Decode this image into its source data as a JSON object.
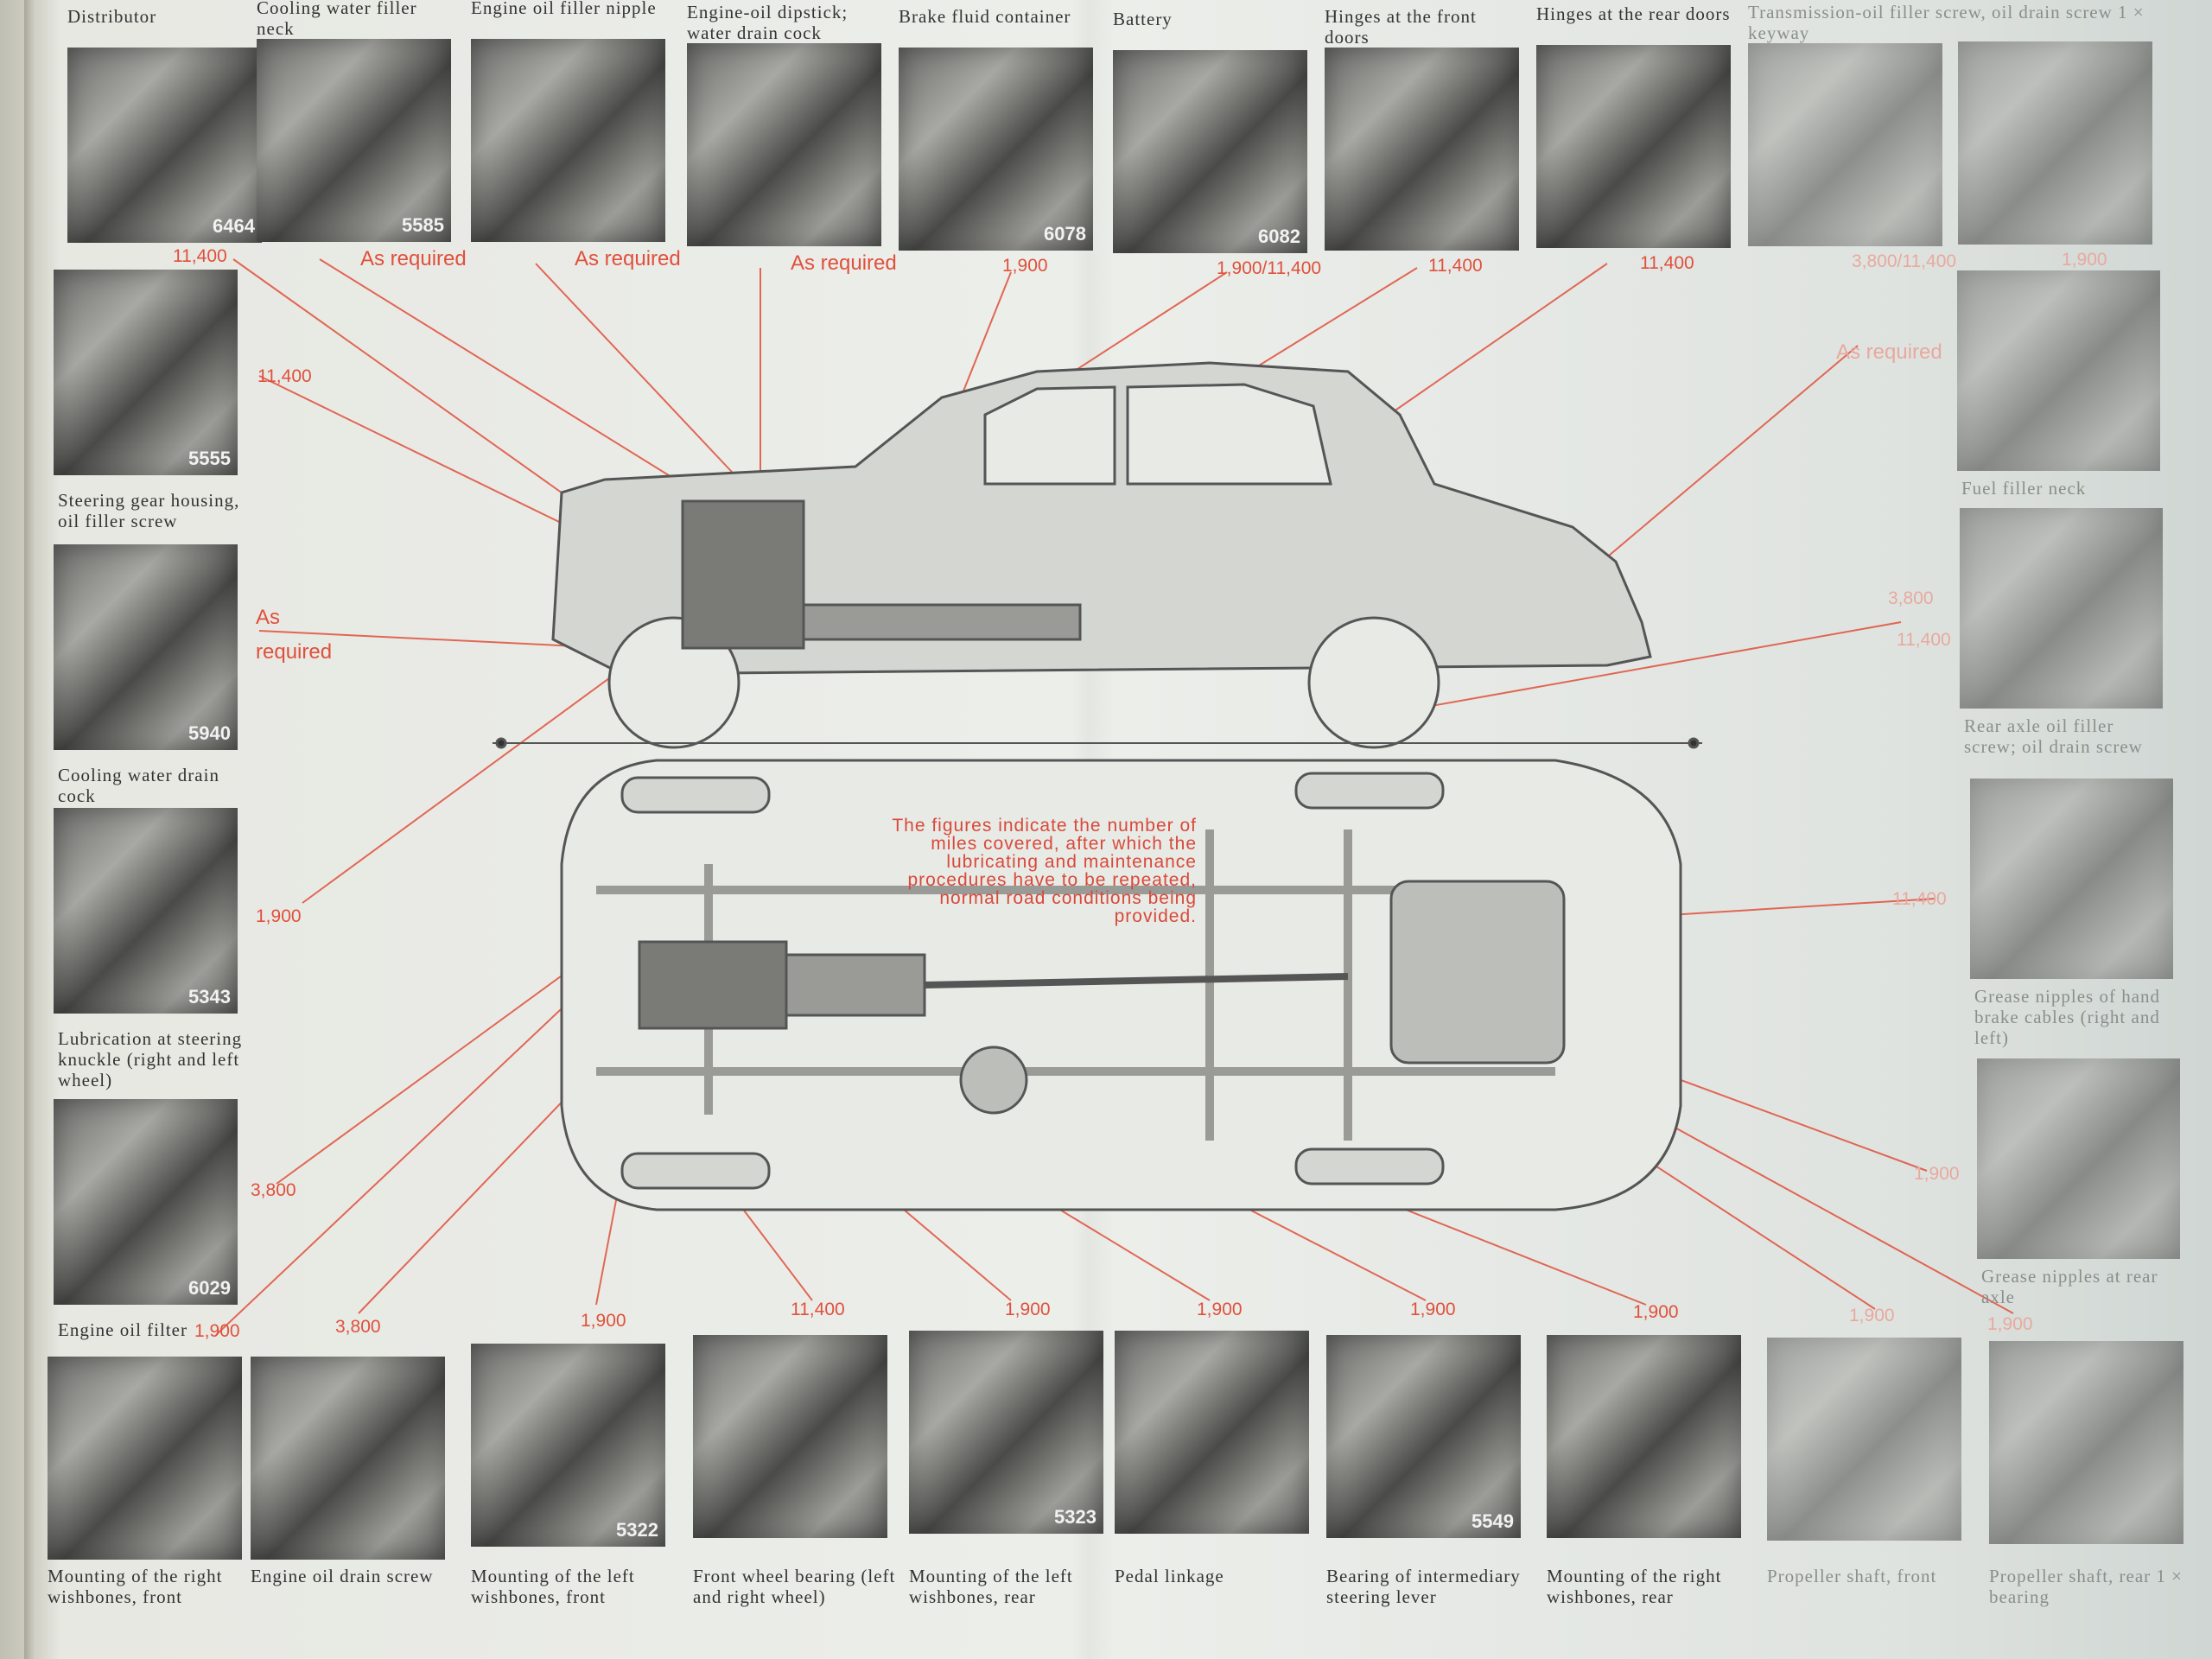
{
  "colors": {
    "accent_red": "#e0503c",
    "line_gray": "#555555",
    "paper": "#eceeea"
  },
  "note": "The figures indicate the number of miles covered, after which the lubricating and maintenance procedures have to be repeated, normal road conditions being provided.",
  "top": [
    {
      "caption": "Distributor",
      "value": "11,400",
      "number": "6464"
    },
    {
      "caption": "Cooling water filler neck",
      "value": "As required",
      "number": "5585"
    },
    {
      "caption": "Engine oil filler nipple",
      "value": "As required",
      "number": ""
    },
    {
      "caption": "Engine-oil dipstick; water drain cock",
      "value": "As required",
      "number": ""
    },
    {
      "caption": "Brake fluid container",
      "value": "1,900",
      "number": "6078"
    },
    {
      "caption": "Battery",
      "value": "1,900/11,400",
      "number": "6082"
    },
    {
      "caption": "Hinges at the front doors",
      "value": "11,400",
      "number": ""
    },
    {
      "caption": "Hinges at the rear doors",
      "value": "11,400",
      "number": ""
    },
    {
      "caption": "Transmission-oil filler screw, oil drain screw 1 × keyway",
      "value": "3,800/11,400",
      "number": ""
    },
    {
      "caption": "",
      "value": "1,900",
      "number": ""
    }
  ],
  "left": [
    {
      "caption": "Steering gear housing, oil filler screw",
      "value": "11,400",
      "number": "5555"
    },
    {
      "caption": "Cooling water drain cock",
      "value": "As required",
      "number": "5940"
    },
    {
      "caption": "Lubrication at steering knuckle (right and left wheel)",
      "value": "1,900",
      "number": "5343"
    },
    {
      "caption": "Engine oil filter",
      "value": "3,800",
      "number": "6029"
    }
  ],
  "right": [
    {
      "caption": "Fuel filler neck",
      "value": "As required",
      "number": ""
    },
    {
      "caption": "Rear axle oil filler screw; oil drain screw",
      "value": "3,800",
      "value2": "11,400",
      "number": ""
    },
    {
      "caption": "Grease nipples of hand brake cables (right and left)",
      "value": "11,400",
      "number": ""
    },
    {
      "caption": "Grease nipples at rear axle",
      "value": "1,900",
      "number": ""
    }
  ],
  "bottom": [
    {
      "caption": "Mounting of the right wishbones, front",
      "value": "1,900",
      "number": ""
    },
    {
      "caption": "Engine oil drain screw",
      "value": "3,800",
      "number": ""
    },
    {
      "caption": "Mounting of the left wishbones, front",
      "value": "1,900",
      "number": "5322"
    },
    {
      "caption": "Front wheel bearing (left and right wheel)",
      "value": "11,400",
      "number": ""
    },
    {
      "caption": "Mounting of the left wishbones, rear",
      "value": "1,900",
      "number": "5323"
    },
    {
      "caption": "Pedal linkage",
      "value": "1,900",
      "number": ""
    },
    {
      "caption": "Bearing of intermediary steering lever",
      "value": "1,900",
      "number": "5549"
    },
    {
      "caption": "Mounting of the right wishbones, rear",
      "value": "1,900",
      "number": ""
    },
    {
      "caption": "Propeller shaft, front",
      "value": "1,900",
      "number": ""
    },
    {
      "caption": "Propeller shaft, rear 1 × bearing",
      "value": "1,900",
      "number": ""
    }
  ]
}
